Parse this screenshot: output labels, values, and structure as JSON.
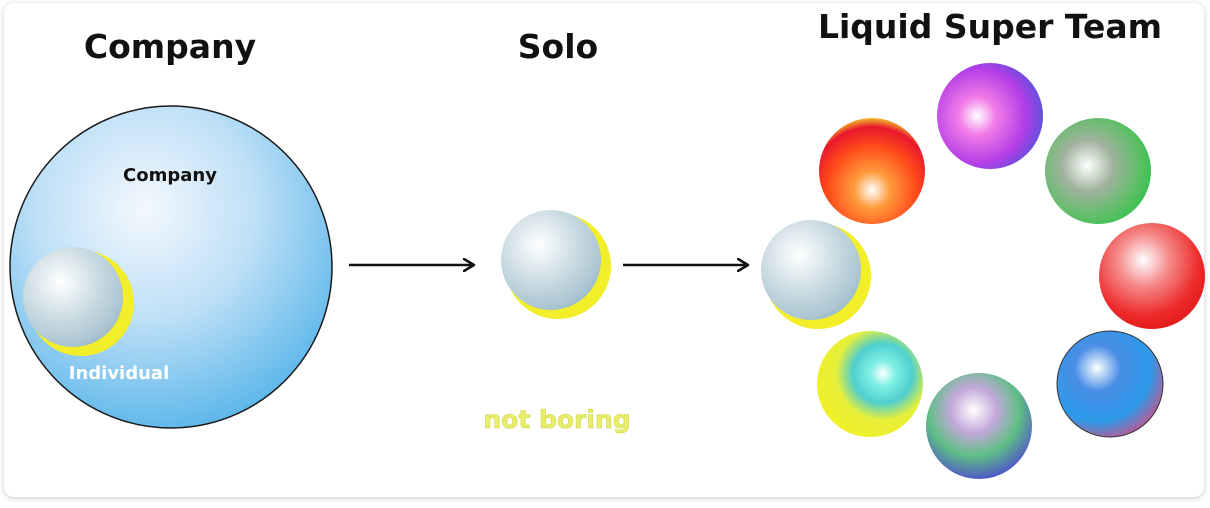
{
  "headings": {
    "company": "Company",
    "solo": "Solo",
    "team": "Liquid Super Team"
  },
  "labels": {
    "company_inner": "Company",
    "individual": "Individual",
    "watermark": "not boring"
  },
  "colors": {
    "company_sphere": "#57b5ea",
    "individual_sphere": "#c4d8e2",
    "individual_edge": "#f4ef2c",
    "text_dark": "#111111",
    "watermark": "#e8ee6a"
  }
}
